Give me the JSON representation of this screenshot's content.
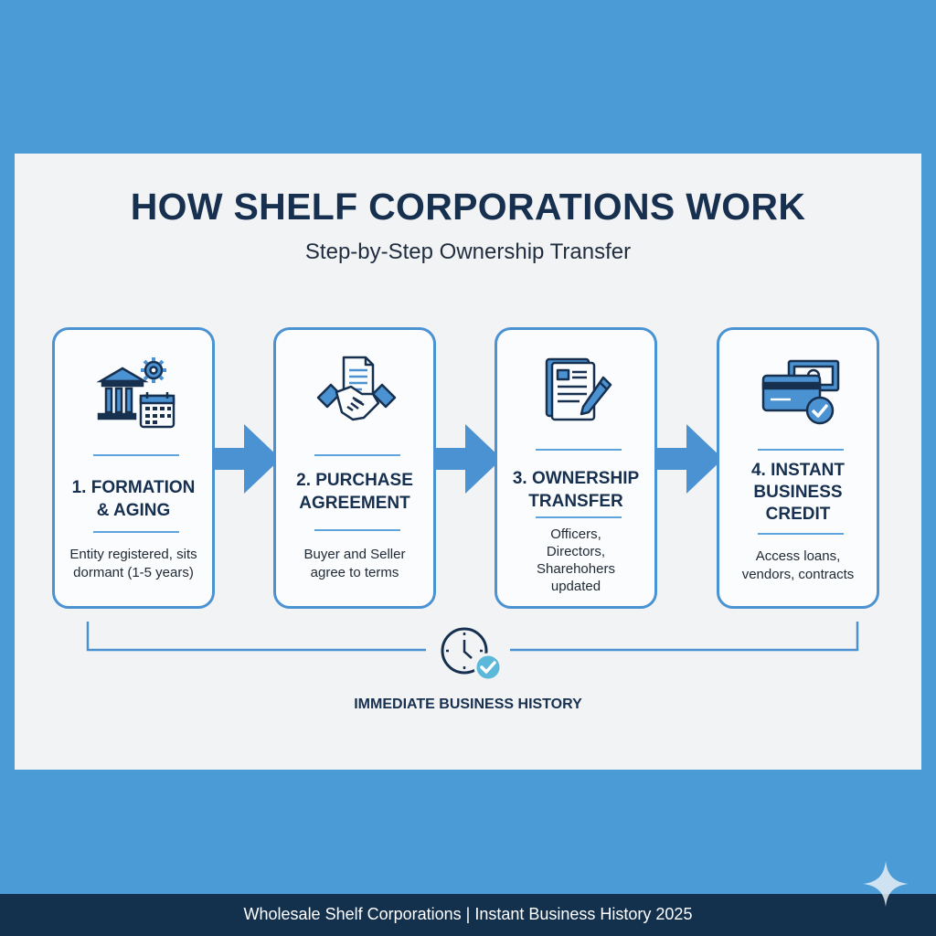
{
  "header": {
    "title": "HOW SHELF CORPORATIONS WORK",
    "subtitle": "Step-by-Step Ownership Transfer"
  },
  "steps": [
    {
      "heading_line1": "1. FORMATION",
      "heading_line2": "& AGING",
      "desc_line1": "Entity registered, sits",
      "desc_line2": "dormant (1-5 years)",
      "icon": "bank-building-calendar-gear-icon"
    },
    {
      "heading_line1": "2. PURCHASE",
      "heading_line2": "AGREEMENT",
      "desc_line1": "Buyer and Seller",
      "desc_line2": "agree to terms",
      "icon": "handshake-document-icon"
    },
    {
      "heading_line1": "3. OWNERSHIP",
      "heading_line2": "TRANSFER",
      "desc_line1": "Officers,",
      "desc_line2": "Directors,",
      "desc_line3": "Sharehohers",
      "desc_line4": "updated",
      "icon": "document-pen-icon"
    },
    {
      "heading_line1": "4. INSTANT",
      "heading_line2": "BUSINESS",
      "heading_line3": "CREDIT",
      "desc_line1": "Access loans,",
      "desc_line2": "vendors, contracts",
      "icon": "credit-card-check-icon"
    }
  ],
  "bottom": {
    "label": "IMMEDIATE BUSINESS HISTORY",
    "icon": "clock-check-icon"
  },
  "footer": {
    "text": "Wholesale Shelf Corporations | Instant Business History 2025"
  },
  "colors": {
    "background": "#4b9bd6",
    "card": "#f2f3f4",
    "navy": "#17304f",
    "accent": "#4b92d3",
    "footer": "#13304d",
    "check": "#5bb8d8"
  }
}
